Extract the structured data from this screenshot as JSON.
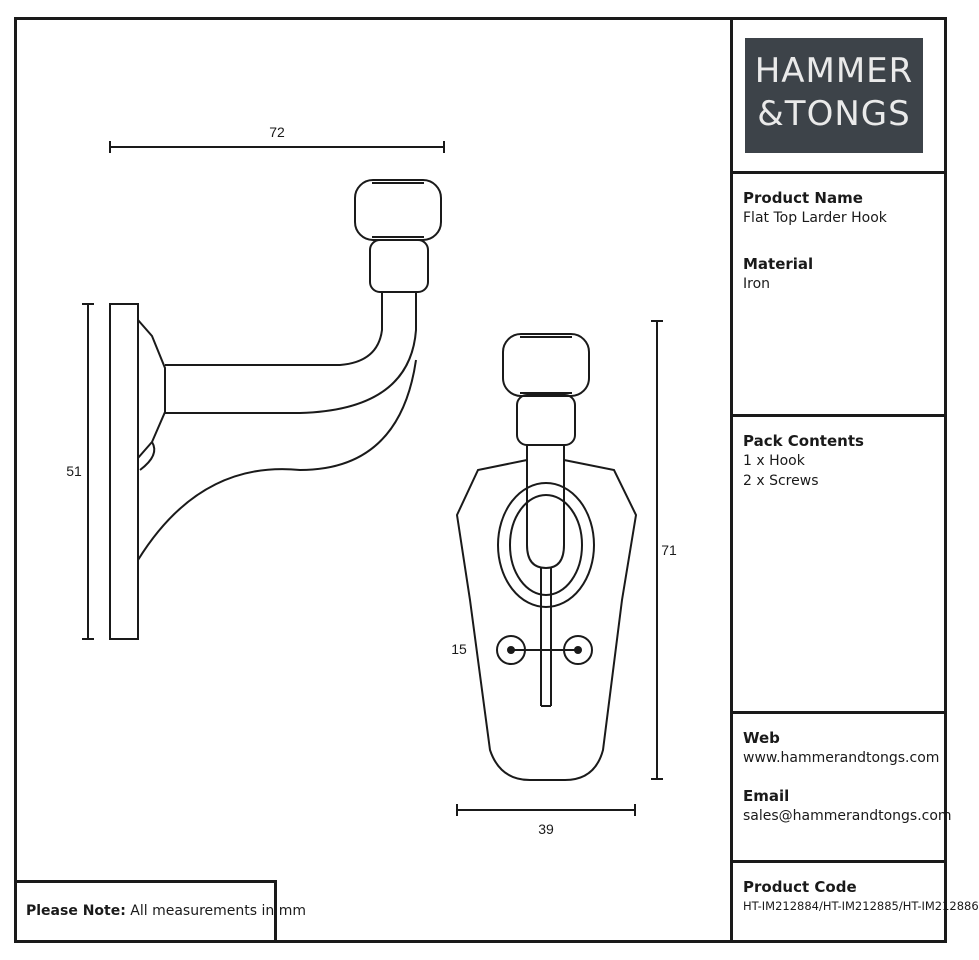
{
  "brand": {
    "line1": "HAMMER",
    "line2": "&TONGS",
    "logo_bg": "#3d4349"
  },
  "dimensions": {
    "width_side": "72",
    "height_side": "51",
    "height_front": "71",
    "width_front": "39",
    "screw_spacing": "15"
  },
  "product": {
    "name_label": "Product Name",
    "name": "Flat Top Larder Hook",
    "material_label": "Material",
    "material": "Iron"
  },
  "pack": {
    "label": "Pack Contents",
    "items": [
      "1 x Hook",
      "2 x Screws"
    ]
  },
  "contact": {
    "web_label": "Web",
    "web": "www.hammerandtongs.com",
    "email_label": "Email",
    "email": "sales@hammerandtongs.com"
  },
  "code": {
    "label": "Product Code",
    "value": "HT-IM212884/HT-IM212885/HT-IM212886"
  },
  "note": {
    "label": "Please Note:",
    "text": "All measurements in mm"
  }
}
